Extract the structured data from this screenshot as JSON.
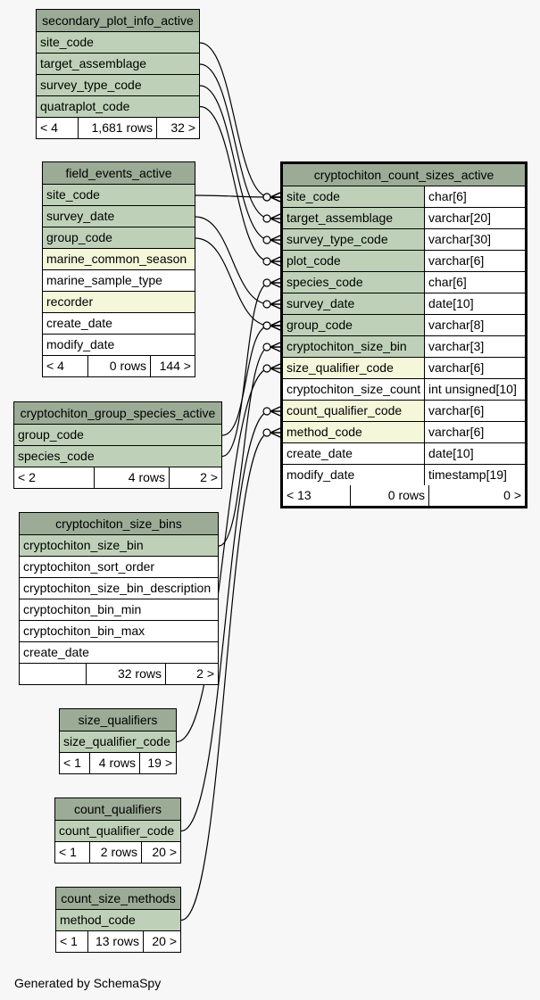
{
  "main_table": {
    "name": "cryptochiton_count_sizes_active",
    "columns": [
      {
        "name": "site_code",
        "type": "char[6]",
        "style": "key"
      },
      {
        "name": "target_assemblage",
        "type": "varchar[20]",
        "style": "key"
      },
      {
        "name": "survey_type_code",
        "type": "varchar[30]",
        "style": "key"
      },
      {
        "name": "plot_code",
        "type": "varchar[6]",
        "style": "key"
      },
      {
        "name": "species_code",
        "type": "char[6]",
        "style": "key"
      },
      {
        "name": "survey_date",
        "type": "date[10]",
        "style": "key"
      },
      {
        "name": "group_code",
        "type": "varchar[8]",
        "style": "key"
      },
      {
        "name": "cryptochiton_size_bin",
        "type": "varchar[3]",
        "style": "key"
      },
      {
        "name": "size_qualifier_code",
        "type": "varchar[6]",
        "style": "idx"
      },
      {
        "name": "cryptochiton_size_count",
        "type": "int unsigned[10]",
        "style": "plain"
      },
      {
        "name": "count_qualifier_code",
        "type": "varchar[6]",
        "style": "idx"
      },
      {
        "name": "method_code",
        "type": "varchar[6]",
        "style": "idx"
      },
      {
        "name": "create_date",
        "type": "date[10]",
        "style": "plain"
      },
      {
        "name": "modify_date",
        "type": "timestamp[19]",
        "style": "plain"
      }
    ],
    "footer": {
      "parents": "< 13",
      "rows": "0 rows",
      "children": "0 >"
    }
  },
  "tables": [
    {
      "id": "t1",
      "name": "secondary_plot_info_active",
      "columns": [
        {
          "name": "site_code",
          "style": "key"
        },
        {
          "name": "target_assemblage",
          "style": "key"
        },
        {
          "name": "survey_type_code",
          "style": "key"
        },
        {
          "name": "quatraplot_code",
          "style": "key"
        }
      ],
      "footer": {
        "parents": "< 4",
        "rows": "1,681 rows",
        "children": "32 >"
      }
    },
    {
      "id": "t2",
      "name": "field_events_active",
      "columns": [
        {
          "name": "site_code",
          "style": "key"
        },
        {
          "name": "survey_date",
          "style": "key"
        },
        {
          "name": "group_code",
          "style": "key"
        },
        {
          "name": "marine_common_season",
          "style": "idx"
        },
        {
          "name": "marine_sample_type",
          "style": "plain"
        },
        {
          "name": "recorder",
          "style": "idx"
        },
        {
          "name": "create_date",
          "style": "plain"
        },
        {
          "name": "modify_date",
          "style": "plain"
        }
      ],
      "footer": {
        "parents": "< 4",
        "rows": "0 rows",
        "children": "144 >"
      }
    },
    {
      "id": "t3",
      "name": "cryptochiton_group_species_active",
      "columns": [
        {
          "name": "group_code",
          "style": "key"
        },
        {
          "name": "species_code",
          "style": "key"
        }
      ],
      "footer": {
        "parents": "< 2",
        "rows": "4 rows",
        "children": "2 >"
      }
    },
    {
      "id": "t4",
      "name": "cryptochiton_size_bins",
      "columns": [
        {
          "name": "cryptochiton_size_bin",
          "style": "key"
        },
        {
          "name": "cryptochiton_sort_order",
          "style": "plain"
        },
        {
          "name": "cryptochiton_size_bin_description",
          "style": "plain"
        },
        {
          "name": "cryptochiton_bin_min",
          "style": "plain"
        },
        {
          "name": "cryptochiton_bin_max",
          "style": "plain"
        },
        {
          "name": "create_date",
          "style": "plain"
        }
      ],
      "footer": {
        "parents": "",
        "rows": "32 rows",
        "children": "2 >"
      }
    },
    {
      "id": "t5",
      "name": "size_qualifiers",
      "columns": [
        {
          "name": "size_qualifier_code",
          "style": "key"
        }
      ],
      "footer": {
        "parents": "< 1",
        "rows": "4 rows",
        "children": "19 >"
      }
    },
    {
      "id": "t6",
      "name": "count_qualifiers",
      "columns": [
        {
          "name": "count_qualifier_code",
          "style": "key"
        }
      ],
      "footer": {
        "parents": "< 1",
        "rows": "2 rows",
        "children": "20 >"
      }
    },
    {
      "id": "t7",
      "name": "count_size_methods",
      "columns": [
        {
          "name": "method_code",
          "style": "key"
        }
      ],
      "footer": {
        "parents": "< 1",
        "rows": "13 rows",
        "children": "20 >"
      }
    }
  ],
  "credit": "Generated by SchemaSpy",
  "colors": {
    "header": "#9bab96",
    "key": "#bed1b8",
    "index": "#f4f7da",
    "background": "#f7f7f7"
  }
}
